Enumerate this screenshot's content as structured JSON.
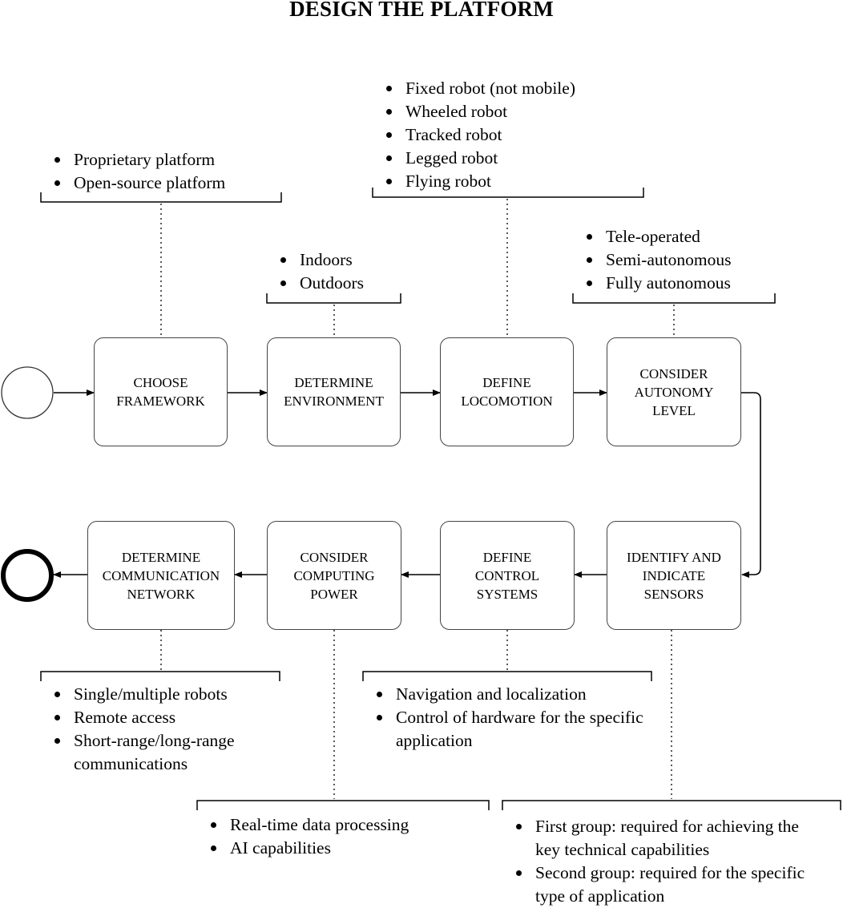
{
  "title": "DESIGN THE PLATFORM",
  "steps": [
    {
      "label": "CHOOSE\nFRAMEWORK"
    },
    {
      "label": "DETERMINE\nENVIRONMENT"
    },
    {
      "label": "DEFINE\nLOCOMOTION"
    },
    {
      "label": "CONSIDER\nAUTONOMY\nLEVEL"
    },
    {
      "label": "IDENTIFY AND\nINDICATE\nSENSORS"
    },
    {
      "label": "DEFINE\nCONTROL\nSYSTEMS"
    },
    {
      "label": "CONSIDER\nCOMPUTING\nPOWER"
    },
    {
      "label": "DETERMINE\nCOMMUNICATION\nNETWORK"
    }
  ],
  "notes": {
    "framework": [
      "Proprietary platform",
      "Open-source platform"
    ],
    "environment": [
      "Indoors",
      "Outdoors"
    ],
    "locomotion": [
      "Fixed robot (not mobile)",
      "Wheeled robot",
      "Tracked robot",
      "Legged robot",
      "Flying robot"
    ],
    "autonomy": [
      "Tele-operated",
      "Semi-autonomous",
      "Fully autonomous"
    ],
    "communication": [
      "Single/multiple robots",
      "Remote access",
      "Short-range/long-range communications"
    ],
    "control": [
      "Navigation and localization",
      "Control of hardware for the specific application"
    ],
    "computing": [
      "Real-time data processing",
      "AI capabilities"
    ],
    "sensors": [
      "First group: required for achieving the key technical capabilities",
      "Second group: required for the specific type of application"
    ]
  }
}
